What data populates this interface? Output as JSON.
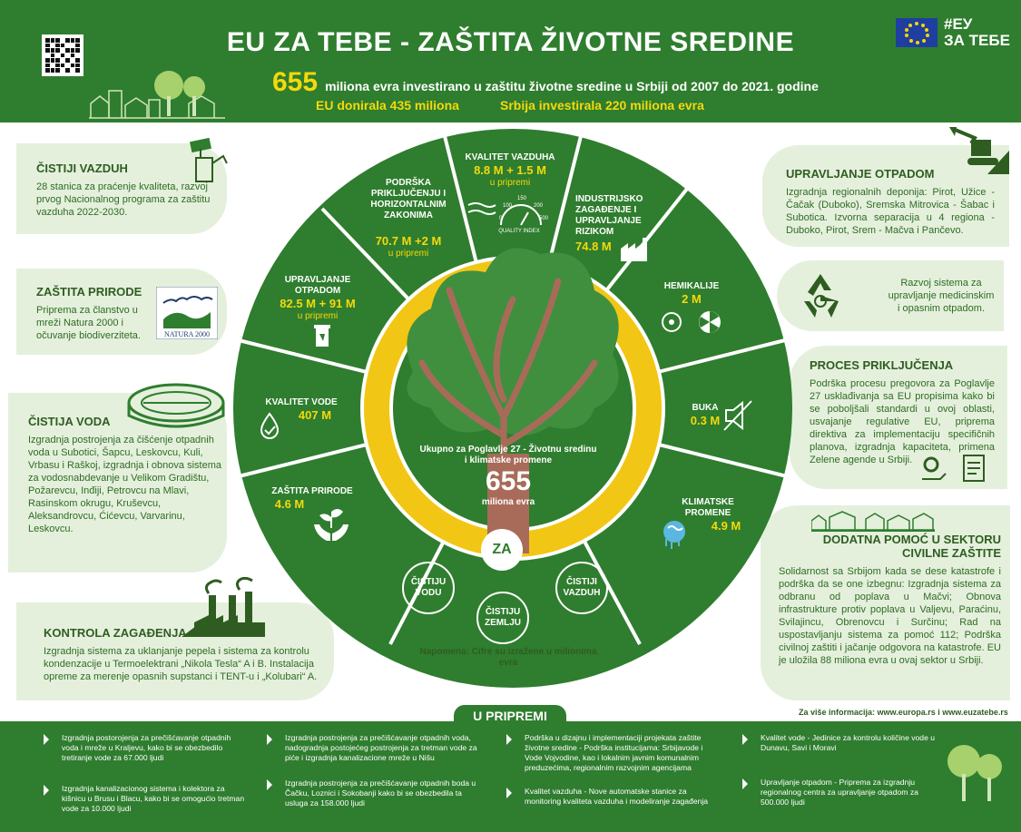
{
  "header": {
    "title": "EU ZA TEBE - ZAŠTITA ŽIVOTNE SREDINE",
    "amount": "655",
    "amount_text": "miliona evra investirano u zaštitu životne sredine u Srbiji od 2007 do 2021. godine",
    "eu_donated": "EU donirala 435 miliona",
    "serbia_invested": "Srbija investirala 220 miliona evra",
    "tag_line1": "#ЕУ",
    "tag_line2": "ЗА ТЕБЕ"
  },
  "colors": {
    "green_dark": "#2f7d2f",
    "green_light": "#e4f0dc",
    "yellow": "#f5d90a",
    "tree_green": "#3f8f3f",
    "trunk": "#a86b5a"
  },
  "left_cards": [
    {
      "title": "ČISTIJI VAZDUH",
      "text": "28 stanica za praćenje kvaliteta, razvoj prvog Nacionalnog programa za zaštitu vazduha 2022-2030."
    },
    {
      "title": "ZAŠTITA PRIRODE",
      "text": "Priprema za članstvo u mreži Natura 2000 i očuvanje biodiverziteta."
    },
    {
      "title": "ČISTIJA VODA",
      "text": "Izgradnja postrojenja za čišćenje otpadnih voda u Subotici, Šapcu, Leskovcu, Kuli, Vrbasu i Raškoj, izgradnja i obnova sistema za vodosnabdevanje u Velikom Gradištu, Požarevcu, Inđiji, Petrovcu na Mlavi, Rasinskom okrugu, Kruševcu, Aleksandrovcu, Ćićevcu, Varvarinu, Leskovcu."
    },
    {
      "title": "KONTROLA ZAGAĐENJA",
      "text": "Izgradnja sistema za uklanjanje pepela i sistema za kontrolu kondenzacije u Termoelektrani „Nikola Tesla“ A i B. Instalacija opreme za merenje opasnih supstanci i TENT-u i „Kolubari“ A."
    }
  ],
  "natura_label": "NATURA 2000",
  "right_cards": [
    {
      "title": "UPRAVLJANJE OTPADOM",
      "text": "Izgradnja regionalnih deponija: Pirot, Užice - Čačak (Duboko), Sremska Mitrovica - Šabac i Subotica. Izvorna separacija u 4 regiona - Duboko, Pirot, Srem - Mačva i Pančevo."
    },
    {
      "title": "",
      "text": "Razvoj sistema za upravljanje medicinskim i opasnim otpadom."
    },
    {
      "title": "PROCES PRIKLJUČENJA",
      "text": "Podrška procesu pregovora za Poglavlje 27 usklađivanja sa EU propisima kako bi se poboljšali standardi u ovoj oblasti, usvajanje regulative EU, priprema direktiva za implementaciju specifičnih planova, izgradnja kapaciteta, primena Zelene agende u Srbiji."
    },
    {
      "title": "DODATNA POMOĆ U SEKTORU CIVILNE ZAŠTITE",
      "text": "Solidarnost sa Srbijom kada se dese katastrofe i podrška da se one izbegnu: Izgradnja sistema za odbranu od poplava u Mačvi; Obnova infrastrukture protiv poplava u Valjevu, Paraćinu, Svilajincu, Obrenovcu i Surčinu; Rad na uspostavljanju sistema za pomoć 112; Podrška civilnoj zaštiti i jačanje odgovora na katastrofe. EU je uložila 88 miliona evra u ovaj sektor u Srbiji."
    }
  ],
  "wheel": {
    "segments": [
      {
        "label": "KVALITET VAZDUHA",
        "value": "8.8 M + 1.5 M",
        "sub": "u pripremi",
        "gauge": "QUALITY INDEX",
        "ticks": [
          "0",
          "100",
          "150",
          "200",
          "500"
        ]
      },
      {
        "label": "INDUSTRIJSKO ZAGAĐENJE I UPRAVLJANJE RIZIKOM",
        "value": "74.8 M",
        "sub": ""
      },
      {
        "label": "HEMIKALIJE",
        "value": "2 M",
        "sub": ""
      },
      {
        "label": "BUKA",
        "value": "0.3 M",
        "sub": ""
      },
      {
        "label": "KLIMATSKE PROMENE",
        "value": "4.9 M",
        "sub": ""
      },
      {
        "label": "ZAŠTITA PRIRODE",
        "value": "4.6 M",
        "sub": ""
      },
      {
        "label": "KVALITET VODE",
        "value": "407 M",
        "sub": ""
      },
      {
        "label": "UPRAVLJANJE OTPADOM",
        "value": "82.5 M + 91 M",
        "sub": "u pripremi"
      },
      {
        "label": "PODRŠKA PRIKLJUČENJU I HORIZONTALNIM ZAKONIMA",
        "value": "70.7 M +2 M",
        "sub": "u pripremi"
      }
    ],
    "center_title": "Ukupno za Poglavlje 27 - Životnu sredinu i klimatske promene",
    "center_value": "655",
    "center_unit": "miliona evra",
    "za": "ZA",
    "bubbles": [
      "ČISTIJU VODU",
      "ČISTIJU ZEMLJU",
      "ČISTIJI VAZDUH"
    ],
    "note": "Napomena: Cifre su izražene u milionima evra"
  },
  "more_info": "Za više informacija: www.europa.rs i www.euzatebe.rs",
  "pending": {
    "title": "U PRIPREMI",
    "items": [
      "Izgradnja postorojenja za prečišćavanje otpadnih voda i mreže u Kraljevu, kako bi se obezbedilo tretiranje vode za 67.000 ljudi",
      "Izgradnja kanalizacionog sistema i kolektora za kišnicu u Brusu i Blacu, kako bi se omogućio tretman vode za 10.000 ljudi",
      "Izgradnja postrojenja za prečišćavanje otpadnih voda, nadogradnja postojećeg postrojenja za tretman vode za piće i izgradnja kanalizacione mreže u Nišu",
      "Izgradnja postrojenja za prečišćavanje otpadnih boda u Čačku, Loznici i Sokobanji kako bi se obezbedila ta usluga za 158.000 ljudi",
      "Podrška u dizajnu i implementaciji projekata zaštite životne sredine - Podrška institucijama: Srbijavode i Vode Vojvodine, kao i lokalnim javnim komunalnim preduzećima, regionalnim razvojnim agencijama",
      "Kvalitet vazduha - Nove automatske stanice za monitoring kvaliteta vazduha i modeliranje zagađenja",
      "Kvalitet vode - Jedinice za kontrolu količine vode u Dunavu, Savi i Moravi",
      "Upravljanje otpadom - Priprema za izgradnju regionalnog centra za upravljanje otpadom za 500.000 ljudi"
    ]
  }
}
